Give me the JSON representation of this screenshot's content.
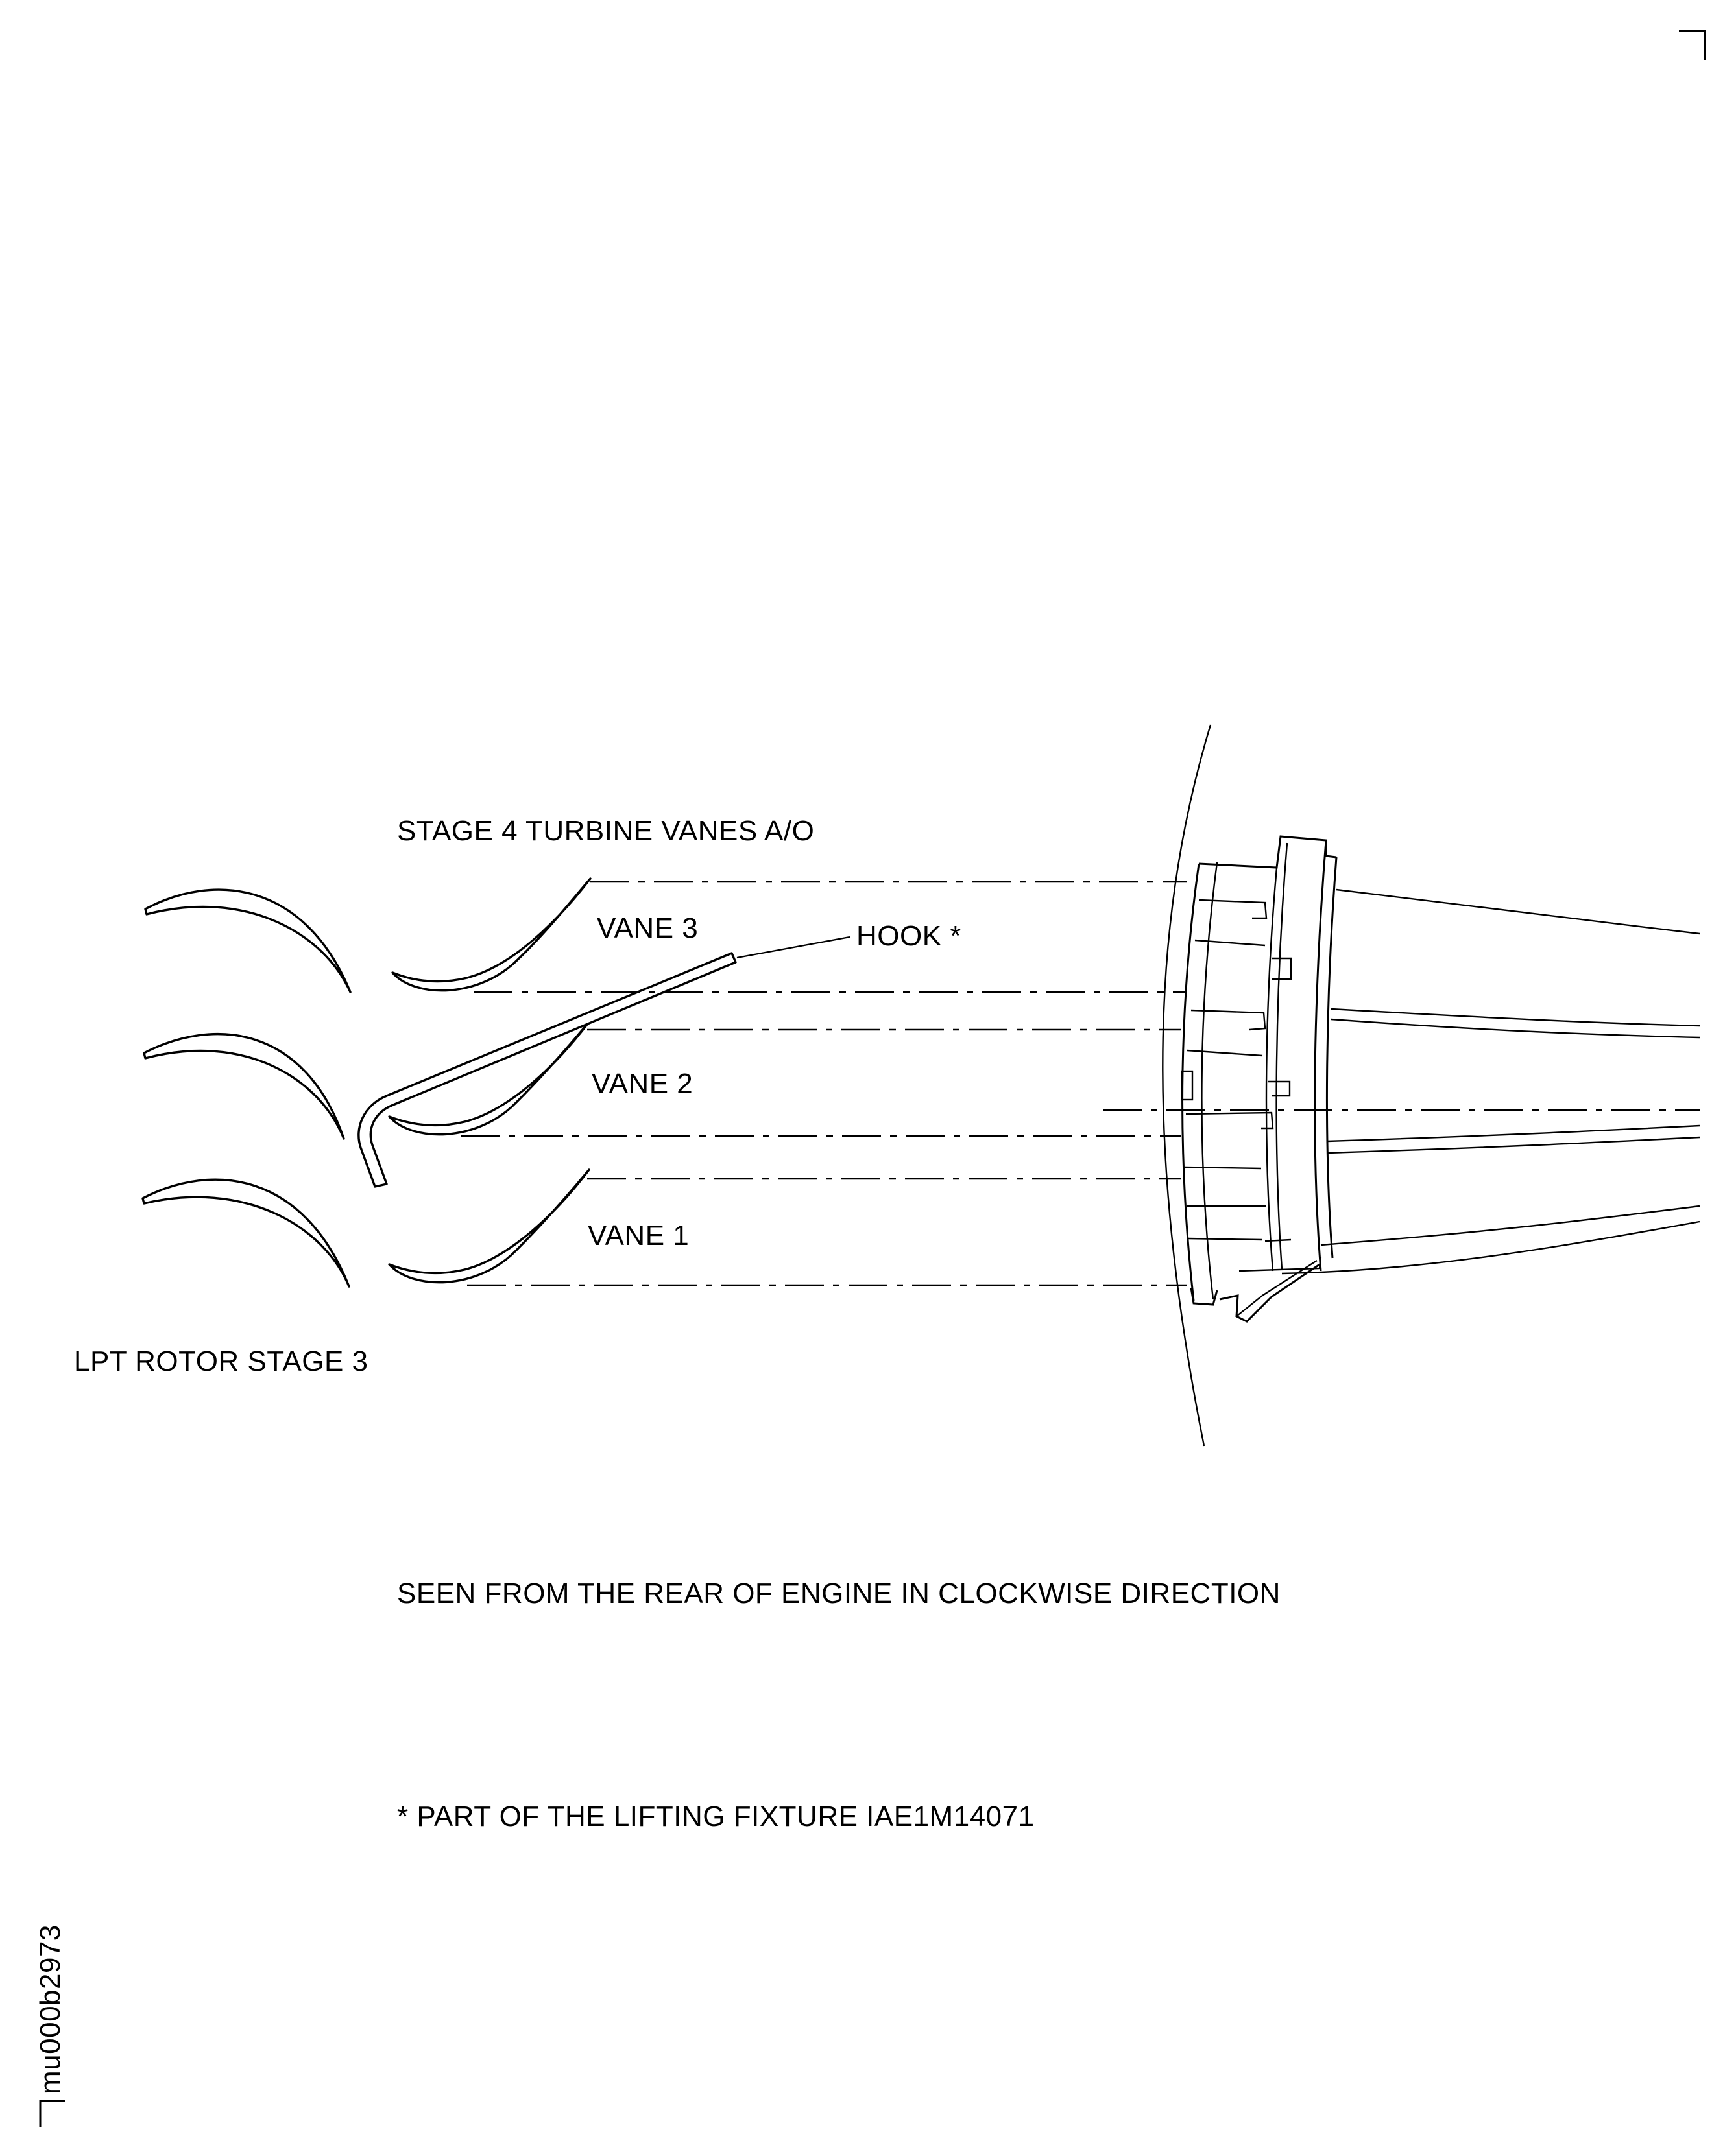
{
  "labels": {
    "stage4_vanes": "STAGE 4 TURBINE VANES A/O",
    "vane3": "VANE 3",
    "vane2": "VANE 2",
    "vane1": "VANE 1",
    "hook": "HOOK *",
    "lpt_rotor": "LPT ROTOR STAGE 3",
    "view_note": "SEEN FROM THE REAR OF ENGINE IN CLOCKWISE DIRECTION",
    "fixture_note": "* PART OF THE LIFTING FIXTURE IAE1M14071",
    "figure_id": "mu000b2973"
  }
}
